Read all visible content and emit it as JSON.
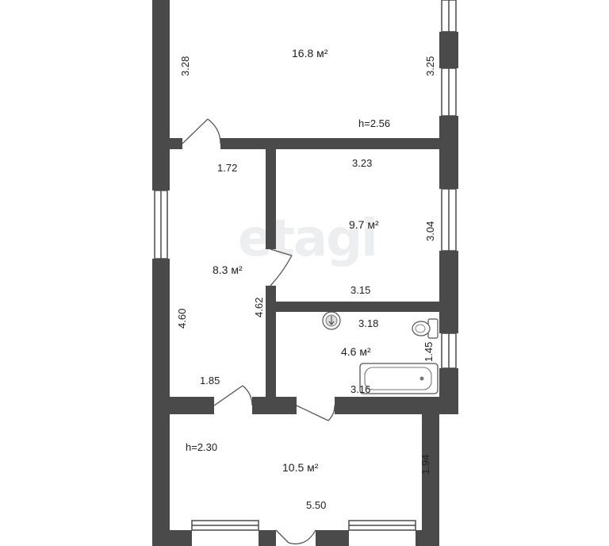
{
  "watermark": "etagi",
  "colors": {
    "wall": "#4a4a4a",
    "background": "#ffffff",
    "text": "#222222",
    "watermark": "#eceef0"
  },
  "rooms": [
    {
      "id": "room-top",
      "area": "16.8 м²",
      "height": "h=2.56",
      "dims": [
        "3.28",
        "3.25"
      ]
    },
    {
      "id": "room-left",
      "area": "8.3 м²",
      "dims": [
        "1.72",
        "4.60",
        "4.62",
        "1.85"
      ]
    },
    {
      "id": "room-middle",
      "area": "9.7 м²",
      "dims": [
        "3.23",
        "3.04",
        "3.15"
      ]
    },
    {
      "id": "bathroom",
      "area": "4.6 м²",
      "dims": [
        "3.18",
        "1.45",
        "3.16"
      ]
    },
    {
      "id": "room-bottom",
      "area": "10.5 м²",
      "height": "h=2.30",
      "dims": [
        "1.94",
        "5.50"
      ]
    }
  ],
  "fixtures": [
    "toilet-icon",
    "bathtub-icon",
    "floor-drain-icon"
  ]
}
